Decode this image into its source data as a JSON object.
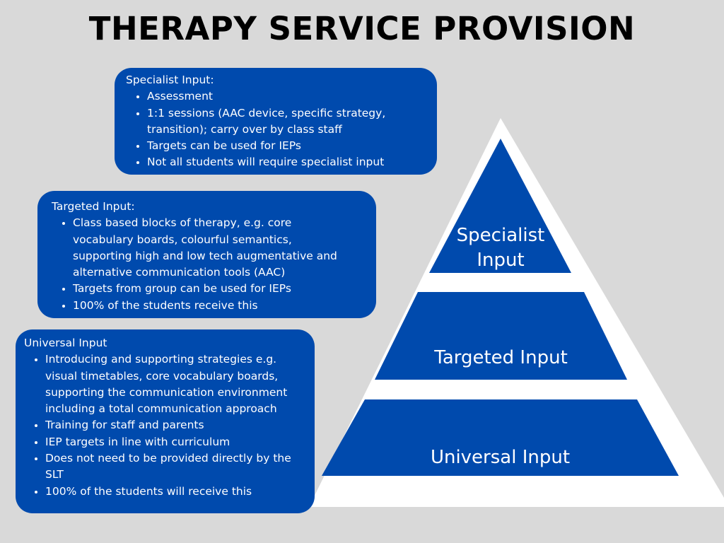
{
  "title": "THERAPY SERVICE PROVISION",
  "colors": {
    "background": "#d9d9d9",
    "accent": "#004aad",
    "pyramid_outline": "#ffffff",
    "text_on_accent": "#ffffff",
    "title": "#000000"
  },
  "pyramid": {
    "tiers": [
      {
        "label_line1": "Specialist",
        "label_line2": "Input"
      },
      {
        "label": "Targeted Input"
      },
      {
        "label": "Universal Input"
      }
    ]
  },
  "cards": {
    "specialist": {
      "heading": "Specialist Input:",
      "items": [
        "Assessment",
        "1:1 sessions (AAC device, specific strategy, transition); carry over by class staff",
        "Targets can be used for IEPs",
        "Not all students will require specialist input"
      ]
    },
    "targeted": {
      "heading": "Targeted Input:",
      "items": [
        "Class based blocks of therapy, e.g. core vocabulary boards, colourful semantics, supporting high and low tech augmentative and alternative communication tools (AAC)",
        "Targets from group can be used for IEPs",
        "100% of the students receive this"
      ]
    },
    "universal": {
      "heading": "Universal Input",
      "items": [
        "Introducing and supporting strategies e.g. visual timetables, core vocabulary boards, supporting the communication environment including a total communication approach",
        "Training for staff and parents",
        "IEP targets in line with curriculum",
        "Does not need to be provided directly by the SLT",
        "100% of the students will receive this"
      ]
    }
  }
}
